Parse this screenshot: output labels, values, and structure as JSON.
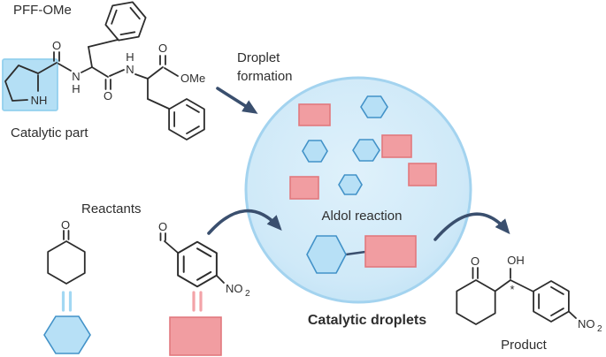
{
  "labels": {
    "molecule_name": "PFF-OMe",
    "catalytic_part": "Catalytic part",
    "droplet_formation": [
      "Droplet",
      "formation"
    ],
    "reactants": "Reactants",
    "aldol_reaction": "Aldol reaction",
    "catalytic_droplets": "Catalytic droplets",
    "product": "Product"
  },
  "atoms": {
    "o": "O",
    "n": "N",
    "h": "H",
    "nh": "NH",
    "ome": "OMe",
    "oh": "OH",
    "no": "NO",
    "two": "2",
    "stereocenter": "*"
  },
  "droplet": {
    "caption": "Catalytic droplets",
    "inner_label": "Aldol reaction",
    "ketone_hexagon_count": 5,
    "aldehyde_rectangle_count": 5
  },
  "colors": {
    "arrow": "#3a4f6e",
    "bond": "#2d2d2d",
    "text": "#2e2e2e",
    "droplet_fill_center": "#dff1fb",
    "droplet_fill_edge": "#c1e2f5",
    "droplet_border": "#a3d3ef",
    "hexagon_fill": "#b7e0f6",
    "hexagon_border": "#4292c8",
    "rectangle_fill": "#f19da1",
    "rectangle_border": "#e2787e",
    "highlight_fill": "#b4dff5",
    "highlight_border": "#93d0ee",
    "blue_equiv": "#a2d8f3",
    "pink_equiv": "#f3a3a8"
  }
}
